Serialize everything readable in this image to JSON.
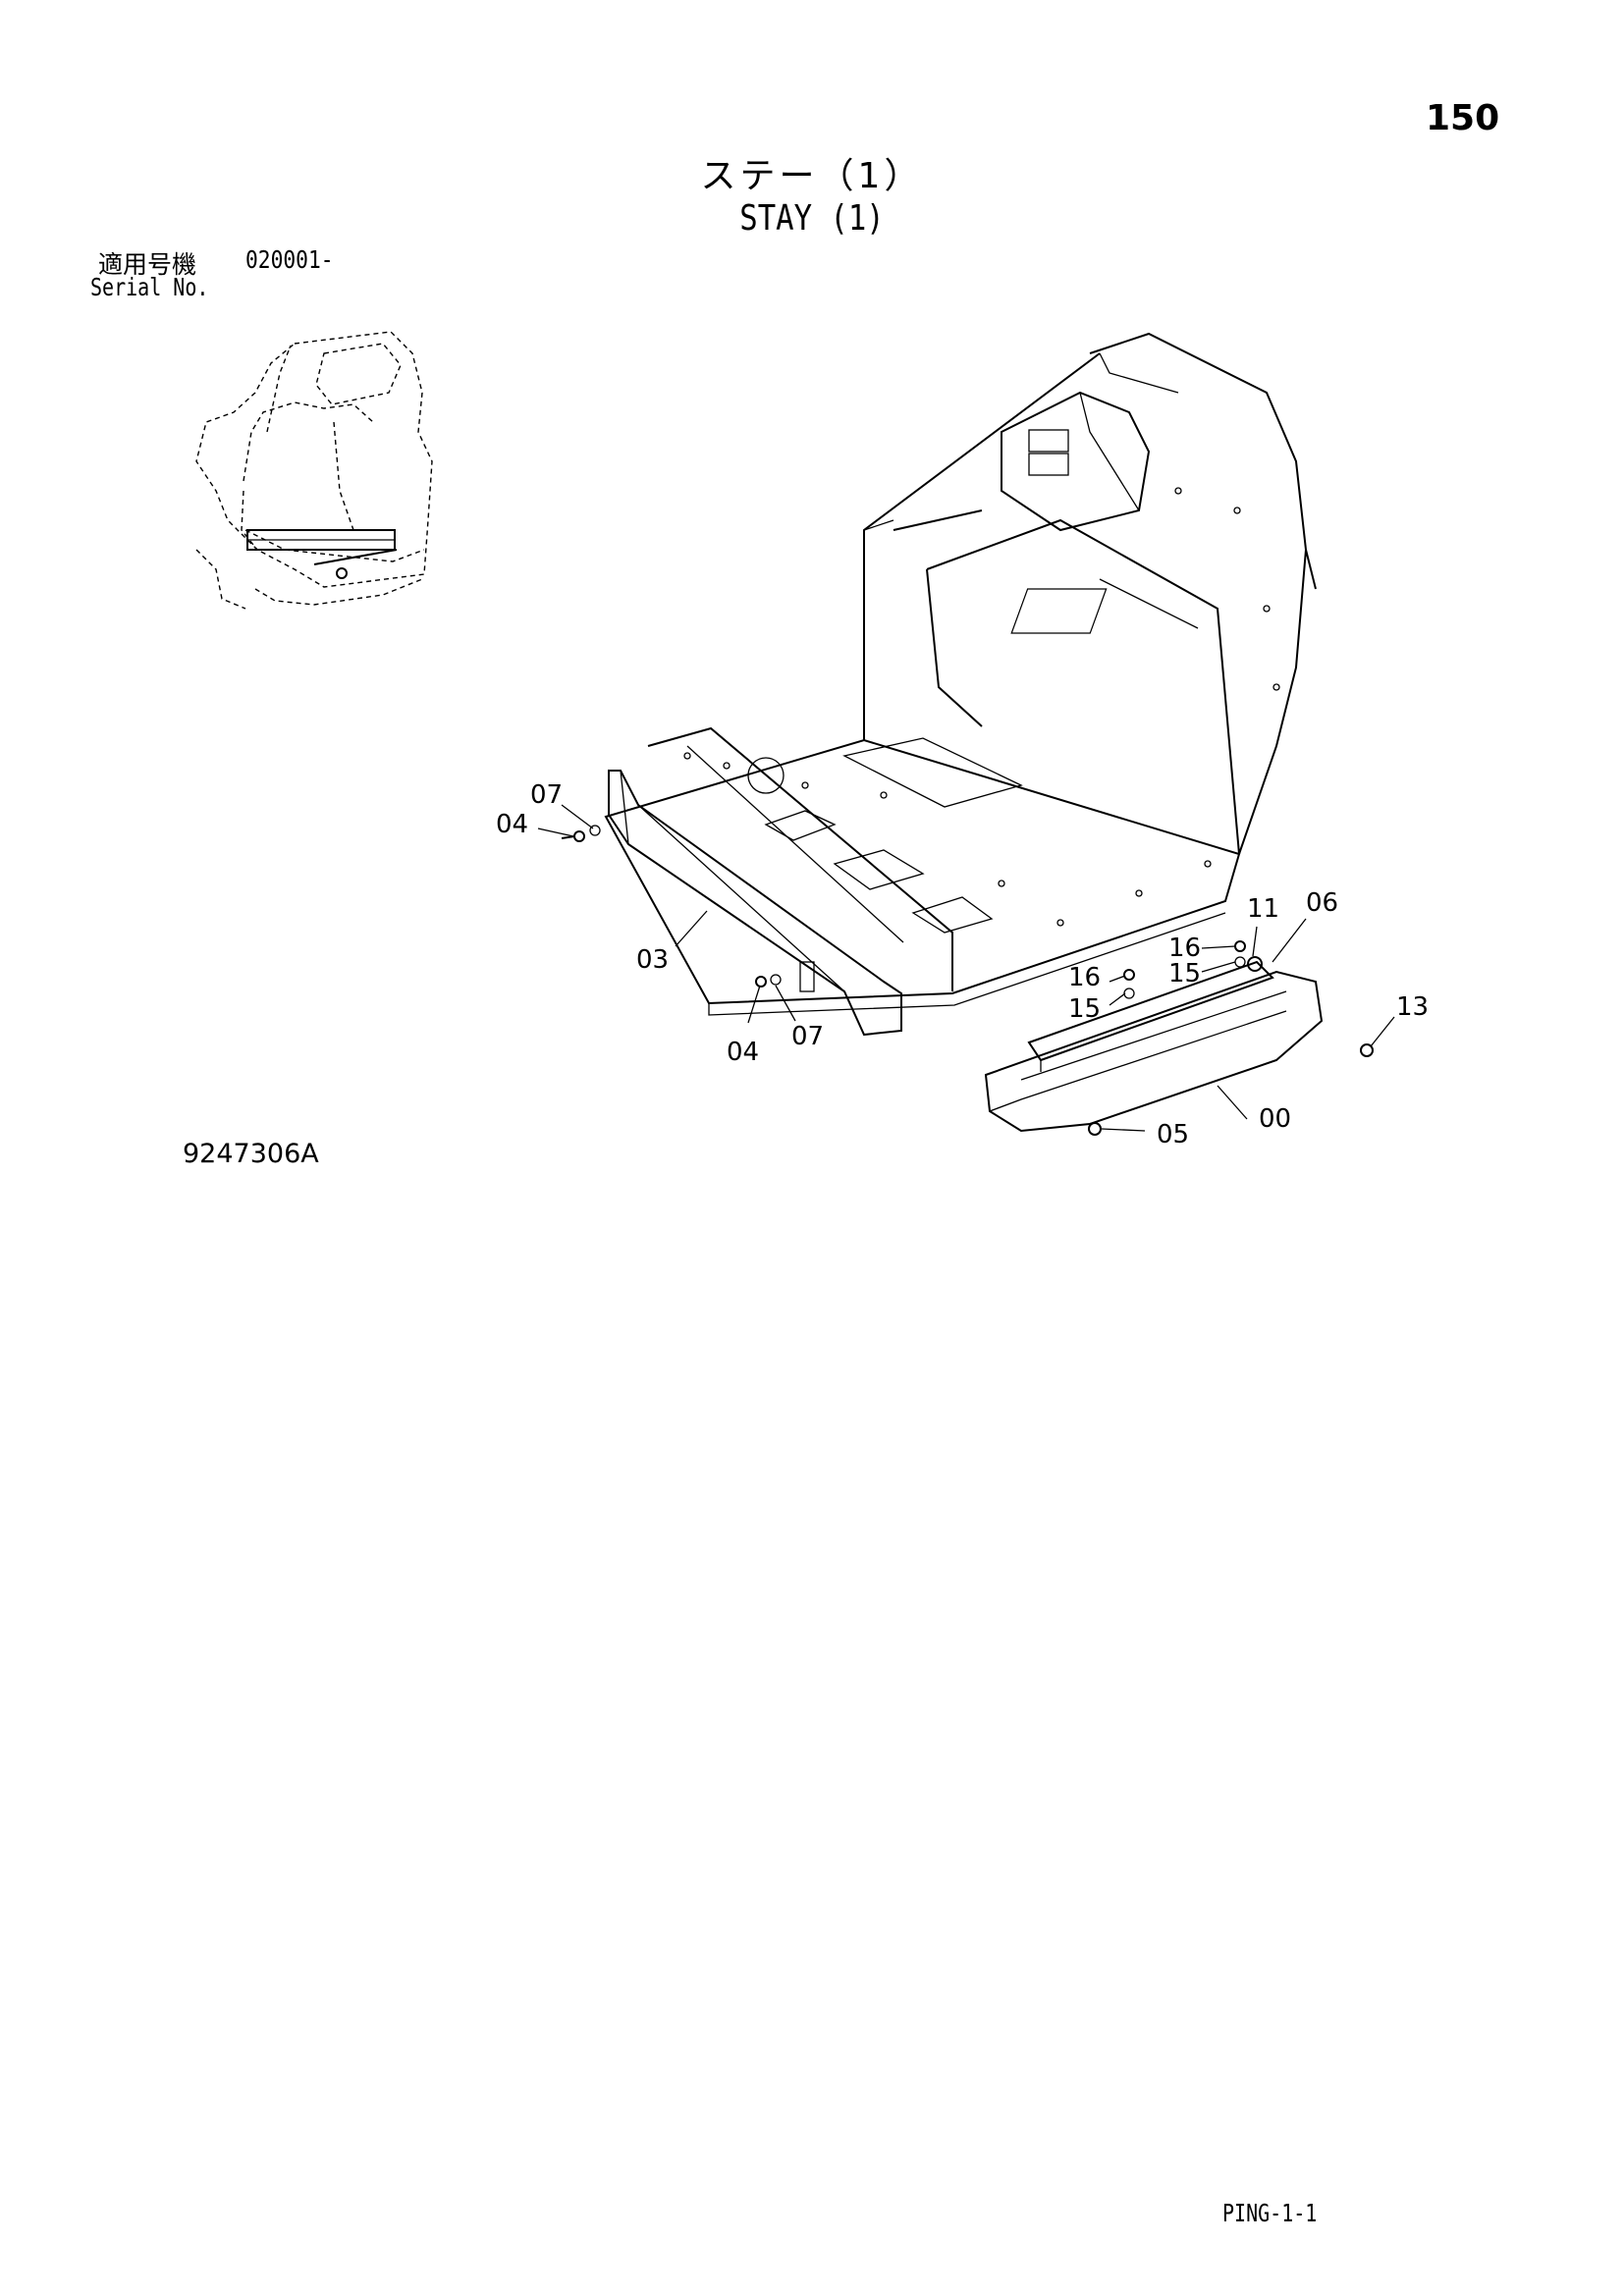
{
  "header": {
    "page_number": "150",
    "title_jp": "ステー（1）",
    "title_en": "STAY (1)"
  },
  "serial": {
    "label_jp": "適用号機",
    "value": "020001-",
    "label_en": "Serial No."
  },
  "diagram": {
    "part_callouts": [
      "07",
      "04",
      "03",
      "04",
      "07",
      "16",
      "15",
      "16",
      "15",
      "11",
      "06",
      "13",
      "00",
      "05"
    ]
  },
  "footer": {
    "drawing_number": "9247306A",
    "reference_code": "PING-1-1"
  }
}
